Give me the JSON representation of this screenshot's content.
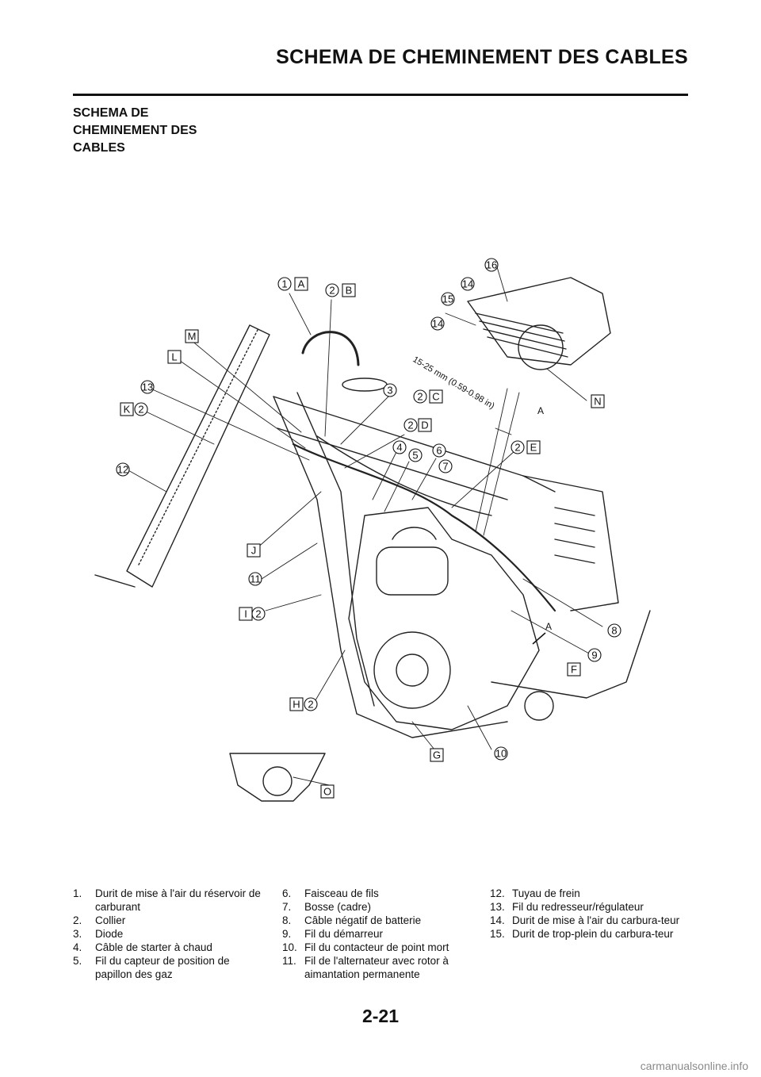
{
  "header": {
    "title": "SCHEMA DE CHEMINEMENT DES CABLES"
  },
  "section": {
    "title_lines": [
      "SCHEMA DE",
      "CHEMINEMENT DES",
      "CABLES"
    ]
  },
  "diagram": {
    "dimension": "15-25 mm (0.59-0.98 in)",
    "view_mark": "A",
    "callouts": {
      "n1": "1",
      "n2": "2",
      "n3": "3",
      "n4": "4",
      "n5": "5",
      "n6": "6",
      "n7": "7",
      "n8": "8",
      "n9": "9",
      "n10": "10",
      "n11": "11",
      "n12": "12",
      "n13": "13",
      "n14": "14",
      "n15": "15",
      "n16": "16",
      "A": "A",
      "B": "B",
      "C": "C",
      "D": "D",
      "E": "E",
      "F": "F",
      "G": "G",
      "H": "H",
      "I": "I",
      "J": "J",
      "K": "K",
      "L": "L",
      "M": "M",
      "N": "N",
      "O": "O"
    }
  },
  "legend": {
    "col1": [
      {
        "num": "1.",
        "text": "Durit de mise à l'air du réservoir de carburant"
      },
      {
        "num": "2.",
        "text": "Collier"
      },
      {
        "num": "3.",
        "text": "Diode"
      },
      {
        "num": "4.",
        "text": "Câble de starter à chaud"
      },
      {
        "num": "5.",
        "text": "Fil du capteur de position de papillon des gaz"
      }
    ],
    "col2": [
      {
        "num": "6.",
        "text": "Faisceau de fils"
      },
      {
        "num": "7.",
        "text": "Bosse (cadre)"
      },
      {
        "num": "8.",
        "text": "Câble négatif de batterie"
      },
      {
        "num": "9.",
        "text": "Fil du démarreur"
      },
      {
        "num": "10.",
        "text": "Fil du contacteur de point mort"
      },
      {
        "num": "11.",
        "text": "Fil de l'alternateur avec rotor à aimantation permanente"
      }
    ],
    "col3": [
      {
        "num": "12.",
        "text": "Tuyau de frein"
      },
      {
        "num": "13.",
        "text": "Fil du redresseur/régulateur"
      },
      {
        "num": "14.",
        "text": "Durit de mise à l'air du carbura-teur"
      },
      {
        "num": "15.",
        "text": "Durit de trop-plein du carbura-teur"
      }
    ]
  },
  "page_number": "2-21",
  "watermark": "carmanualsonline.info"
}
